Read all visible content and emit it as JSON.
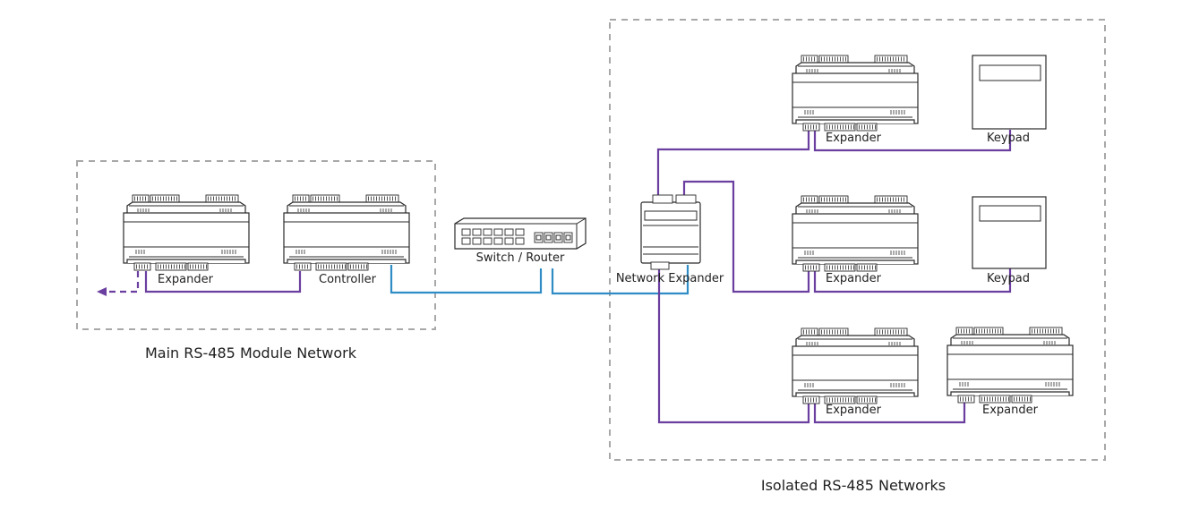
{
  "colors": {
    "rs485": "#6b3fa0",
    "ethernet": "#2f8cc4",
    "group_border": "#a8a8a8",
    "device_stroke": "#2a2a2a"
  },
  "groups": {
    "main": {
      "label": "Main RS-485 Module Network"
    },
    "isolated": {
      "label": "Isolated RS-485 Networks"
    }
  },
  "devices": {
    "main_expander": {
      "label": "Expander"
    },
    "controller": {
      "label": "Controller"
    },
    "switch": {
      "label": "Switch / Router"
    },
    "network_expander": {
      "label": "Network Expander"
    },
    "iso_expander_1": {
      "label": "Expander"
    },
    "iso_keypad_1": {
      "label": "Keypad"
    },
    "iso_expander_2": {
      "label": "Expander"
    },
    "iso_keypad_2": {
      "label": "Keypad"
    },
    "iso_expander_3": {
      "label": "Expander"
    },
    "iso_expander_4": {
      "label": "Expander"
    }
  }
}
